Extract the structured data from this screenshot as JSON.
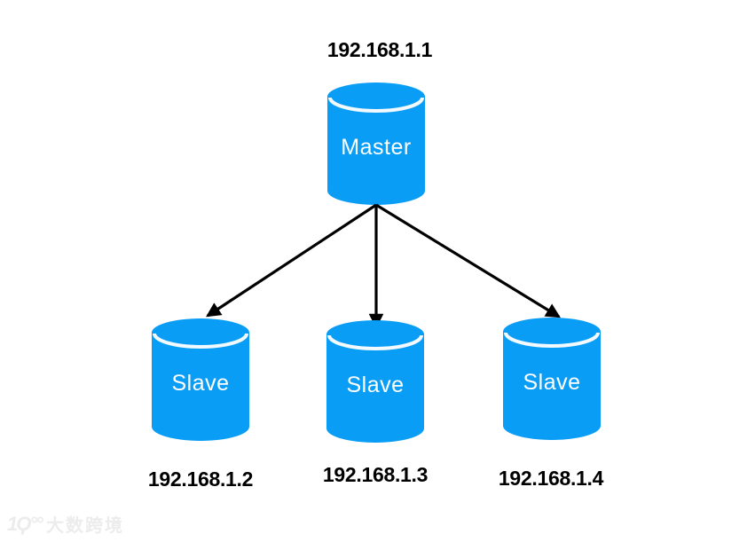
{
  "diagram_type": "master-slave replication topology",
  "master": {
    "label": "Master",
    "ip": "192.168.1.1"
  },
  "slaves": [
    {
      "label": "Slave",
      "ip": "192.168.1.2"
    },
    {
      "label": "Slave",
      "ip": "192.168.1.3"
    },
    {
      "label": "Slave",
      "ip": "192.168.1.4"
    }
  ],
  "edges": [
    {
      "from": "192.168.1.1",
      "to": "192.168.1.2",
      "style": "arrow"
    },
    {
      "from": "192.168.1.1",
      "to": "192.168.1.3",
      "style": "arrow"
    },
    {
      "from": "192.168.1.1",
      "to": "192.168.1.4",
      "style": "arrow"
    }
  ],
  "watermark": {
    "logo_glyph": "1Ϙ°°",
    "brand_text": "大数跨境"
  },
  "colors": {
    "cylinder": "#0a9df5",
    "cylinder_divider": "#ffffff",
    "node_text": "#ffffff",
    "ip_text": "#000000",
    "arrow": "#000000",
    "watermark": "#ececec",
    "background": "#ffffff"
  }
}
